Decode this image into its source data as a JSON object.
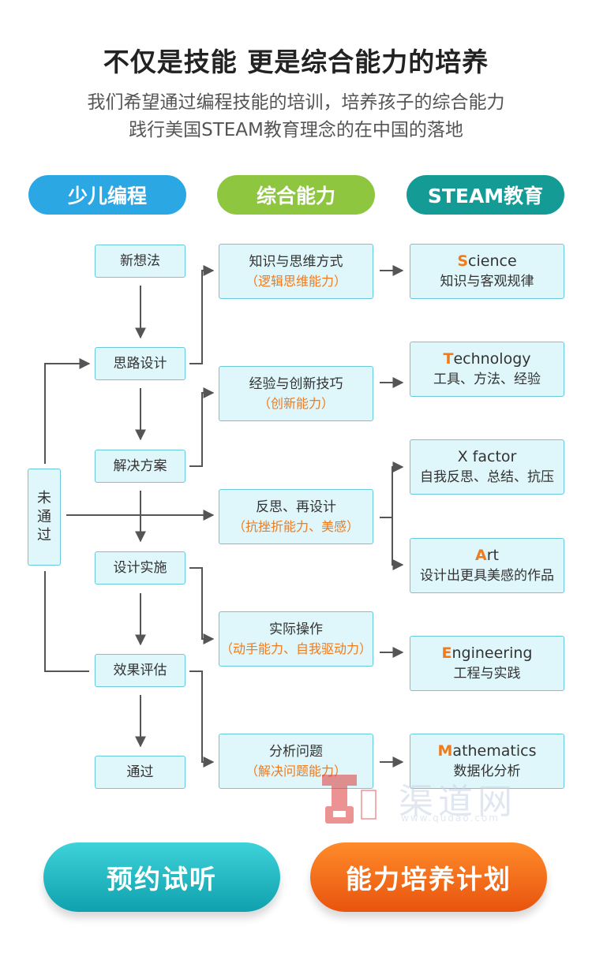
{
  "header": {
    "title": "不仅是技能 更是综合能力的培养",
    "subtitle_1": "我们希望通过编程技能的培训，培养孩子的综合能力",
    "subtitle_2": "践行美国STEAM教育理念的在中国的落地"
  },
  "columns": {
    "kids_coding": "少儿编程",
    "abilities": "综合能力",
    "steam": "STEAM教育"
  },
  "colors": {
    "pill_blue": "#2ba7e3",
    "pill_green": "#8ec63f",
    "pill_teal": "#159b96",
    "box_fill": "#dff6fa",
    "box_border": "#68c9dc",
    "accent_orange": "#f07b1d"
  },
  "process": {
    "new_idea": "新想法",
    "idea_design": "思路设计",
    "solution": "解决方案",
    "implementation": "设计实施",
    "evaluation": "效果评估",
    "passed": "通过",
    "not_passed": [
      "未",
      "通",
      "过"
    ]
  },
  "abilities": [
    {
      "name": "知识与思维方式",
      "sub": "（逻辑思维能力）"
    },
    {
      "name": "经验与创新技巧",
      "sub": "（创新能力）"
    },
    {
      "name": "反思、再设计",
      "sub": "（抗挫折能力、美感）"
    },
    {
      "name": "实际操作",
      "sub": "（动手能力、自我驱动力）"
    },
    {
      "name": "分析问题",
      "sub": "（解决问题能力）"
    }
  ],
  "steam": [
    {
      "first": "S",
      "rest": "cience",
      "desc": "知识与客观规律"
    },
    {
      "first": "T",
      "rest": "echnology",
      "desc": "工具、方法、经验"
    },
    {
      "first": "",
      "rest": "X factor",
      "desc": "自我反思、总结、抗压"
    },
    {
      "first": "A",
      "rest": "rt",
      "desc": "设计出更具美感的作品"
    },
    {
      "first": "E",
      "rest": "ngineering",
      "desc": "工程与实践"
    },
    {
      "first": "M",
      "rest": "athematics",
      "desc": "数据化分析"
    }
  ],
  "watermark": {
    "text": "渠道网",
    "url": "www.qudao.com"
  },
  "buttons": {
    "trial": "预约试听",
    "plan": "能力培养计划"
  }
}
